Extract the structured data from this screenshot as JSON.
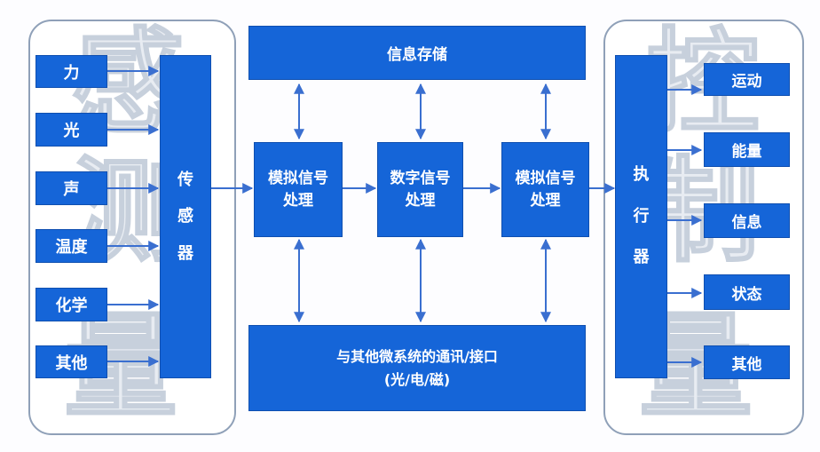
{
  "colors": {
    "box": "#1565d8",
    "arrow": "#3a6fd0",
    "panel_border": "#8fa0b8"
  },
  "left_panel": {
    "watermark": [
      "感",
      "测",
      "量"
    ],
    "inputs": [
      "力",
      "光",
      "声",
      "温度",
      "化学",
      "其他"
    ],
    "sensor": [
      "传",
      "感",
      "器"
    ]
  },
  "center": {
    "storage": "信息存储",
    "analog_in": [
      "模拟信号",
      "处理"
    ],
    "digital": [
      "数字信号",
      "处理"
    ],
    "analog_out": [
      "模拟信号",
      "处理"
    ],
    "comm": [
      "与其他微系统的通讯/接口",
      "(光/电/磁)"
    ]
  },
  "right_panel": {
    "watermark": [
      "控",
      "制",
      "量"
    ],
    "actuator": [
      "执",
      "行",
      "器"
    ],
    "outputs": [
      "运动",
      "能量",
      "信息",
      "状态",
      "其他"
    ]
  }
}
